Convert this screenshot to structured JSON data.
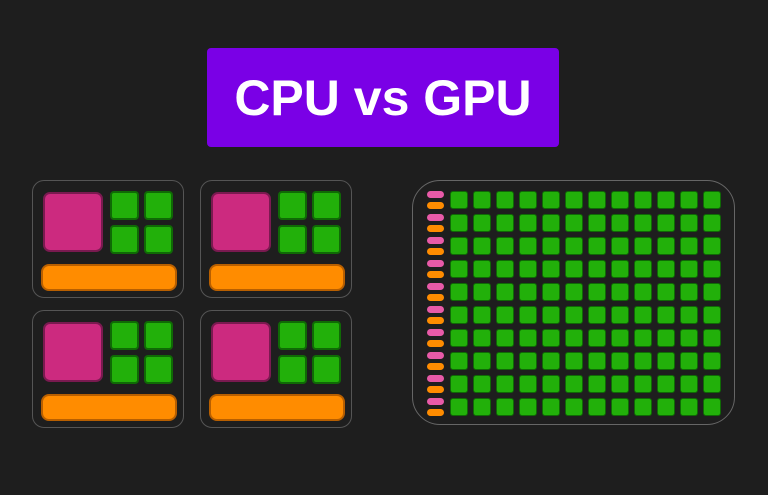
{
  "title": "CPU vs GPU",
  "colors": {
    "background": "#1e1e1e",
    "title_bg": "#7a00e6",
    "cache": "#cc2a7f",
    "core": "#22b00a",
    "control": "#ff8c00",
    "gpu_pink": "#e85aa8"
  },
  "cpu": {
    "blocks": 4,
    "cores_per_block": 4
  },
  "gpu": {
    "columns": 12,
    "rows": 10
  }
}
